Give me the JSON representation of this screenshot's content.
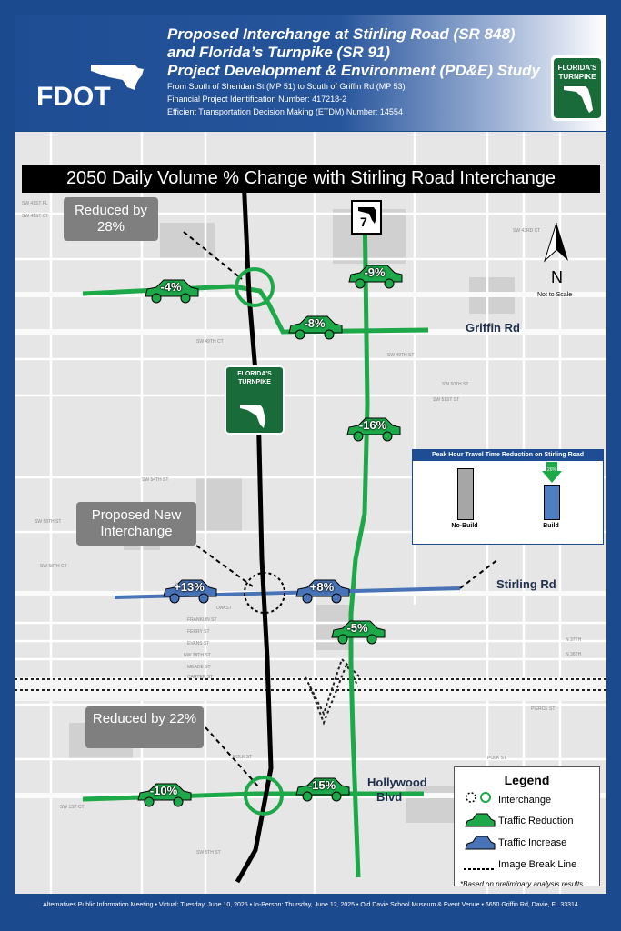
{
  "header": {
    "agency": "FDOT",
    "title_line1": "Proposed Interchange at Stirling Road (SR 848)",
    "title_line2": "and Florida’s Turnpike (SR 91)",
    "title_line3": "Project Development & Environment (PD&E) Study",
    "limits": "From South of Sheridan St (MP 51) to South of Griffin Rd (MP 53)",
    "fpid": "Financial Project Identification Number:  417218-2",
    "etdm": "Efficient Transportation Decision Making (ETDM) Number: 14554",
    "turnpike_logo": "FLORIDA'S TURNPIKE"
  },
  "map": {
    "banner": "2050 Daily Volume % Change with Stirling Road Interchange",
    "north": "N",
    "not_to_scale": "Not to Scale",
    "route_shield": "7",
    "turnpike_shield": "FLORIDA'S TURNPIKE",
    "callouts": {
      "reduced_28": "Reduced by 28%",
      "proposed": "Proposed New Interchange",
      "reduced_22": "Reduced by 22%"
    },
    "roads": {
      "griffin": "Griffin Rd",
      "stirling": "Stirling Rd",
      "hollywood_line1": "Hollywood",
      "hollywood_line2": "Blvd"
    },
    "changes": [
      {
        "label": "-4%",
        "kind": "reduction"
      },
      {
        "label": "-9%",
        "kind": "reduction"
      },
      {
        "label": "-8%",
        "kind": "reduction"
      },
      {
        "label": "-16%",
        "kind": "reduction"
      },
      {
        "label": "+13%",
        "kind": "increase"
      },
      {
        "label": "+8%",
        "kind": "increase"
      },
      {
        "label": "-5%",
        "kind": "reduction"
      },
      {
        "label": "-10%",
        "kind": "reduction"
      },
      {
        "label": "-15%",
        "kind": "reduction"
      }
    ],
    "streets": [
      "SW 41ST CT",
      "SW 41ST FL",
      "SW 43RD CT",
      "SW 49TH CT",
      "SW 49TH ST",
      "SW 50TH ST",
      "SW 51ST ST",
      "SW 54TH ST",
      "SW 58TH CT",
      "SW 58TH ST",
      "OAKST",
      "FRANKLIN ST",
      "FERRY ST",
      "EVANS ST",
      "NW 38TH ST",
      "MEADE ST",
      "CARTER ST",
      "PIERCE ST",
      "POLK ST",
      "SW 1ST CT",
      "SW 5TH ST",
      "N 37TH",
      "N 36TH"
    ],
    "chart": {
      "title": "Peak Hour Travel Time Reduction on Stirling Road",
      "bars": [
        {
          "label": "No-Build"
        },
        {
          "label": "Build"
        }
      ],
      "reduction_label": "26%",
      "colors": {
        "no_build": "#a6a6a6",
        "build": "#4f7fc0"
      }
    },
    "legend": {
      "title": "Legend",
      "items": [
        "Interchange",
        "Traffic Reduction",
        "Traffic Increase",
        "Image Break Line"
      ]
    },
    "note": "*Based on preliminary analysis results",
    "colors": {
      "reduction": "#1da84a",
      "increase": "#4873b7",
      "turnpike": "#000000"
    }
  },
  "footer": "Alternatives Public Information Meeting  • Virtual: Tuesday, June 10, 2025 • In-Person: Thursday, June 12, 2025 • Old Davie School Museum & Event Venue  • 6650 Griffin Rd, Davie, FL  33314"
}
